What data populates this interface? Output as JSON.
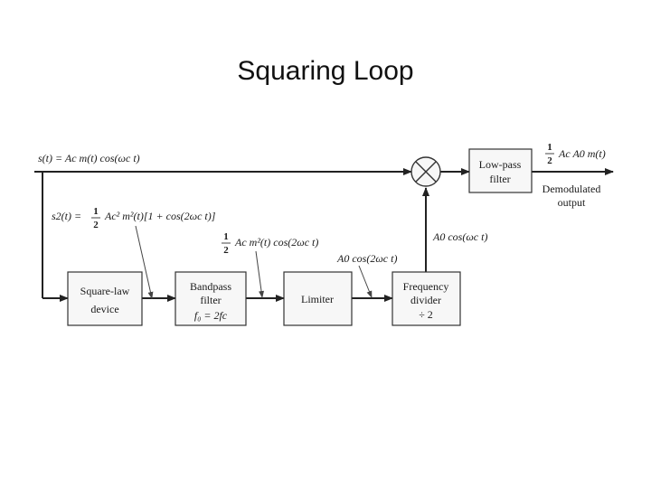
{
  "title": "Squaring Loop",
  "blocks": {
    "square_law": [
      "Square-law",
      "device"
    ],
    "bandpass": [
      "Bandpass",
      "filter",
      "f₀ = 2fc"
    ],
    "limiter": "Limiter",
    "freq_divider": [
      "Frequency",
      "divider",
      "÷ 2"
    ],
    "lowpass": [
      "Low-pass",
      "filter"
    ]
  },
  "signals": {
    "input": "s(t) = Ac m(t) cos(ωc t)",
    "s2_left": "s2(t) =",
    "s2_frac_num": "1",
    "s2_frac_den": "2",
    "s2_right": "Ac² m²(t)[1 + cos(2ωc t)]",
    "bp_frac_num": "1",
    "bp_frac_den": "2",
    "bp_out": "Ac m²(t) cos(2ωc t)",
    "lim_out": "A0 cos(2ωc t)",
    "div_out": "A0 cos(ωc t)",
    "out_frac_num": "1",
    "out_frac_den": "2",
    "out_expr": "Ac A0 m(t)",
    "demod": [
      "Demodulated",
      "output"
    ]
  }
}
